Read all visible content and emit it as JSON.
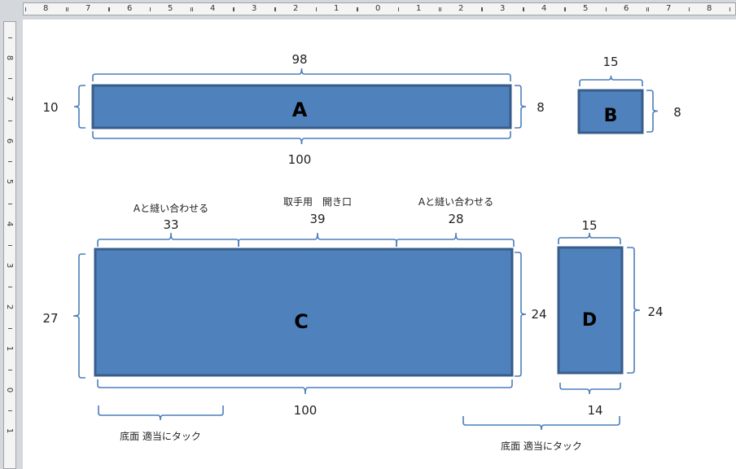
{
  "ruler": {
    "horizontal_labels": [
      "8",
      "7",
      "6",
      "5",
      "4",
      "3",
      "2",
      "1",
      "0",
      "1",
      "2",
      "3",
      "4",
      "5",
      "6",
      "7",
      "8"
    ],
    "vertical_labels": [
      "8",
      "7",
      "6",
      "5",
      "4",
      "3",
      "2",
      "1",
      "0",
      "1"
    ]
  },
  "colors": {
    "fill": "#4f81bd",
    "stroke": "#385d8a",
    "brace": "#4a7ebb"
  },
  "pieces": {
    "a": {
      "name": "A",
      "top": "98",
      "bottom": "100",
      "left": "10",
      "right": "8"
    },
    "b": {
      "name": "B",
      "top": "15",
      "right": "8"
    },
    "c": {
      "name": "C",
      "left": "27",
      "right": "24",
      "bottom": "100",
      "segments": [
        {
          "note": "Aと縫い合わせる",
          "value": "33"
        },
        {
          "note": "取手用　開き口",
          "value": "39"
        },
        {
          "note": "Aと縫い合わせる",
          "value": "28"
        }
      ],
      "bottom_note": "底面 適当にタック"
    },
    "d": {
      "name": "D",
      "top": "15",
      "right": "24",
      "bottom": "14",
      "bottom_note": "底面 適当にタック"
    }
  }
}
